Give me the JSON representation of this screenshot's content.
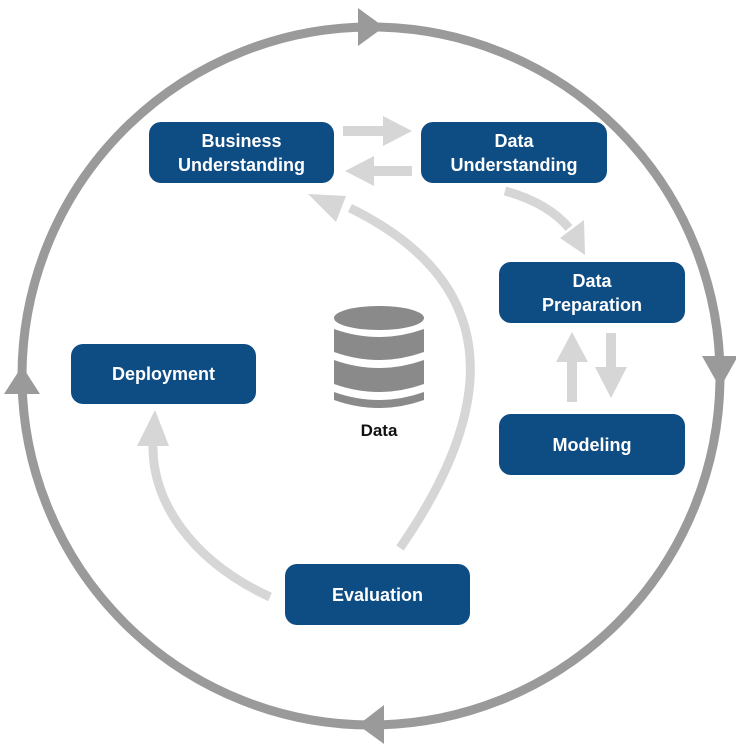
{
  "nodes": {
    "business_understanding": {
      "line1": "Business",
      "line2": "Understanding"
    },
    "data_understanding": {
      "line1": "Data",
      "line2": "Understanding"
    },
    "data_preparation": {
      "line1": "Data",
      "line2": "Preparation"
    },
    "modeling": {
      "label": "Modeling"
    },
    "deployment": {
      "label": "Deployment"
    },
    "evaluation": {
      "label": "Evaluation"
    }
  },
  "center": {
    "label": "Data",
    "icon": "database-icon"
  },
  "colors": {
    "node_fill": "#0e4c84",
    "node_text": "#ffffff",
    "outer_ring": "#9a9a9a",
    "flow_arrows": "#d6d6d6",
    "database_icon": "#8a8a8a"
  }
}
